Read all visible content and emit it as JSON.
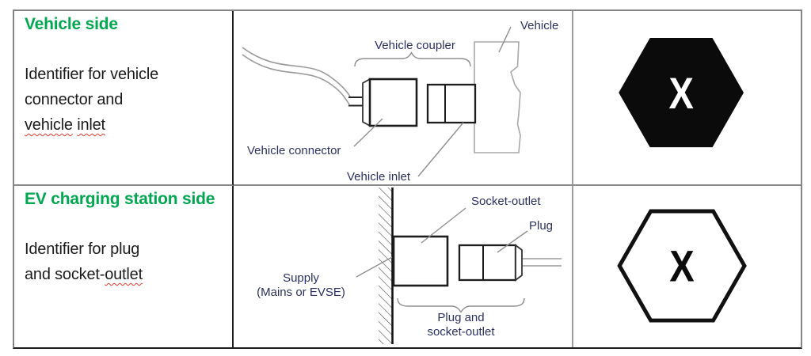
{
  "table": {
    "rows": [
      {
        "side_title": "Vehicle side",
        "description": {
          "line1": "Identifier for vehicle",
          "line2": "connector and",
          "line3_word1": "vehicle",
          "line3_word2": "inlet"
        },
        "diagram": {
          "labels": {
            "vehicle_coupler": "Vehicle coupler",
            "vehicle": "Vehicle",
            "vehicle_connector": "Vehicle connector",
            "vehicle_inlet": "Vehicle inlet"
          }
        },
        "symbol": {
          "letter": "X",
          "style": "filled-black-hexagon"
        }
      },
      {
        "side_title": "EV charging station side",
        "description": {
          "line1": "Identifier for plug",
          "line2_prefix": "and socket-",
          "line2_squiggle": "outlet"
        },
        "diagram": {
          "labels": {
            "socket_outlet": "Socket-outlet",
            "plug": "Plug",
            "supply_line1": "Supply",
            "supply_line2": "(Mains or EVSE)",
            "brace_label_line1": "Plug and",
            "brace_label_line2": "socket-outlet"
          }
        },
        "symbol": {
          "letter": "X",
          "style": "outlined-hexagon"
        }
      }
    ]
  },
  "colors": {
    "heading_green": "#00a650",
    "body_text": "#1b1b1b",
    "diagram_label_navy": "#2b3060",
    "diagram_gray_line": "#9a9a9a",
    "squiggle_red": "#e03a2f",
    "table_border_gray": "#858585",
    "table_border_dark": "#1c1c1c",
    "hexagon_black": "#0b0b0b"
  }
}
